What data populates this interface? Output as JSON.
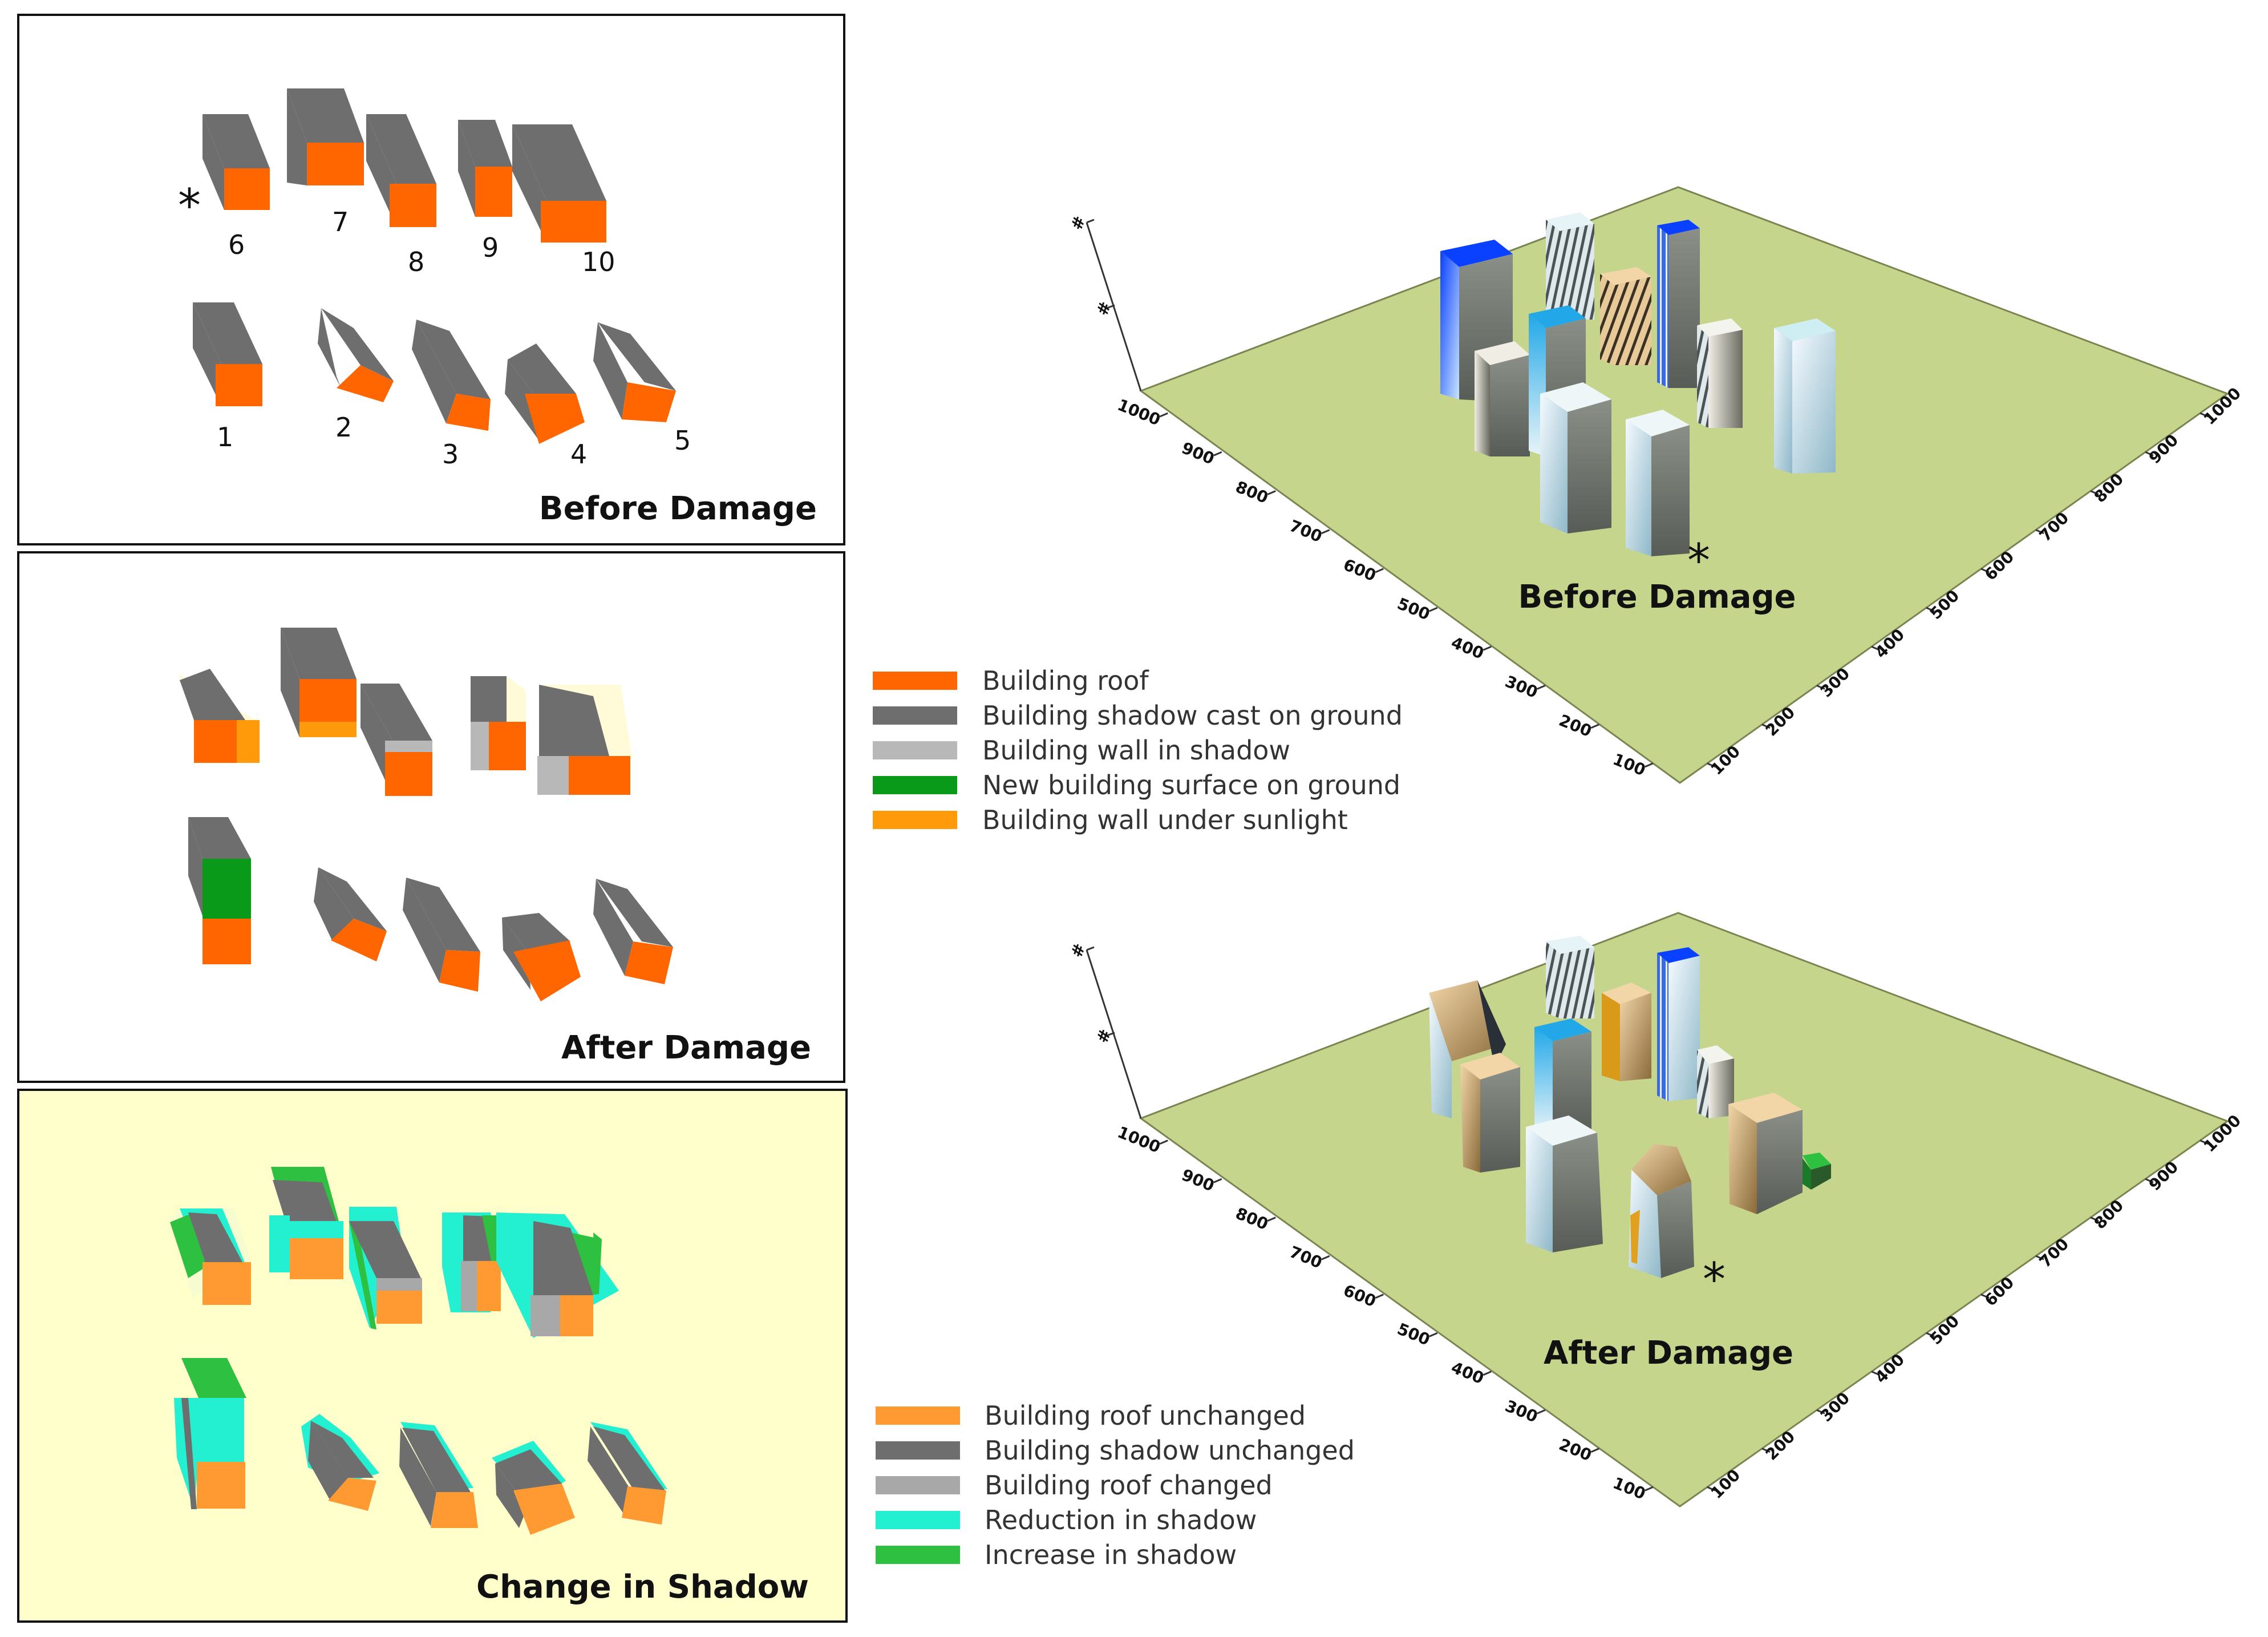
{
  "panels": {
    "before": {
      "caption": "Before Damage",
      "marker": "*",
      "building_numbers": [
        "1",
        "2",
        "3",
        "4",
        "5",
        "6",
        "7",
        "8",
        "9",
        "10"
      ]
    },
    "after": {
      "caption": "After Damage"
    },
    "change": {
      "caption": "Change in Shadow"
    }
  },
  "legend_top": {
    "items": [
      {
        "label": "Building roof",
        "color": "#ff6600"
      },
      {
        "label": "Building shadow cast on ground",
        "color": "#6e6e6e"
      },
      {
        "label": "Building wall in shadow",
        "color": "#b8b8b8"
      },
      {
        "label": "New building surface on ground",
        "color": "#0a9a1a"
      },
      {
        "label": "Building wall under sunlight",
        "color": "#ff9a0a"
      }
    ]
  },
  "legend_bottom": {
    "items": [
      {
        "label": "Building roof unchanged",
        "color": "#ff9a33"
      },
      {
        "label": "Building shadow unchanged",
        "color": "#6e6e6e"
      },
      {
        "label": "Building roof changed",
        "color": "#a8a8a8"
      },
      {
        "label": "Reduction in shadow",
        "color": "#22f0d0"
      },
      {
        "label": "Increase in shadow",
        "color": "#2ec040"
      }
    ]
  },
  "scene_before": {
    "caption": "Before Damage",
    "marker": "*",
    "axis_left_ticks": [
      "1000",
      "900",
      "800",
      "700",
      "600",
      "500",
      "400",
      "300",
      "200",
      "100"
    ],
    "axis_right_ticks": [
      "100",
      "200",
      "300",
      "400",
      "500",
      "600",
      "700",
      "800",
      "900",
      "1000"
    ],
    "ground_color": "#c6d58c"
  },
  "scene_after": {
    "caption": "After Damage",
    "marker": "*",
    "axis_left_ticks": [
      "1000",
      "900",
      "800",
      "700",
      "600",
      "500",
      "400",
      "300",
      "200",
      "100"
    ],
    "axis_right_ticks": [
      "100",
      "200",
      "300",
      "400",
      "500",
      "600",
      "700",
      "800",
      "900",
      "1000"
    ],
    "ground_color": "#c6d58c"
  }
}
